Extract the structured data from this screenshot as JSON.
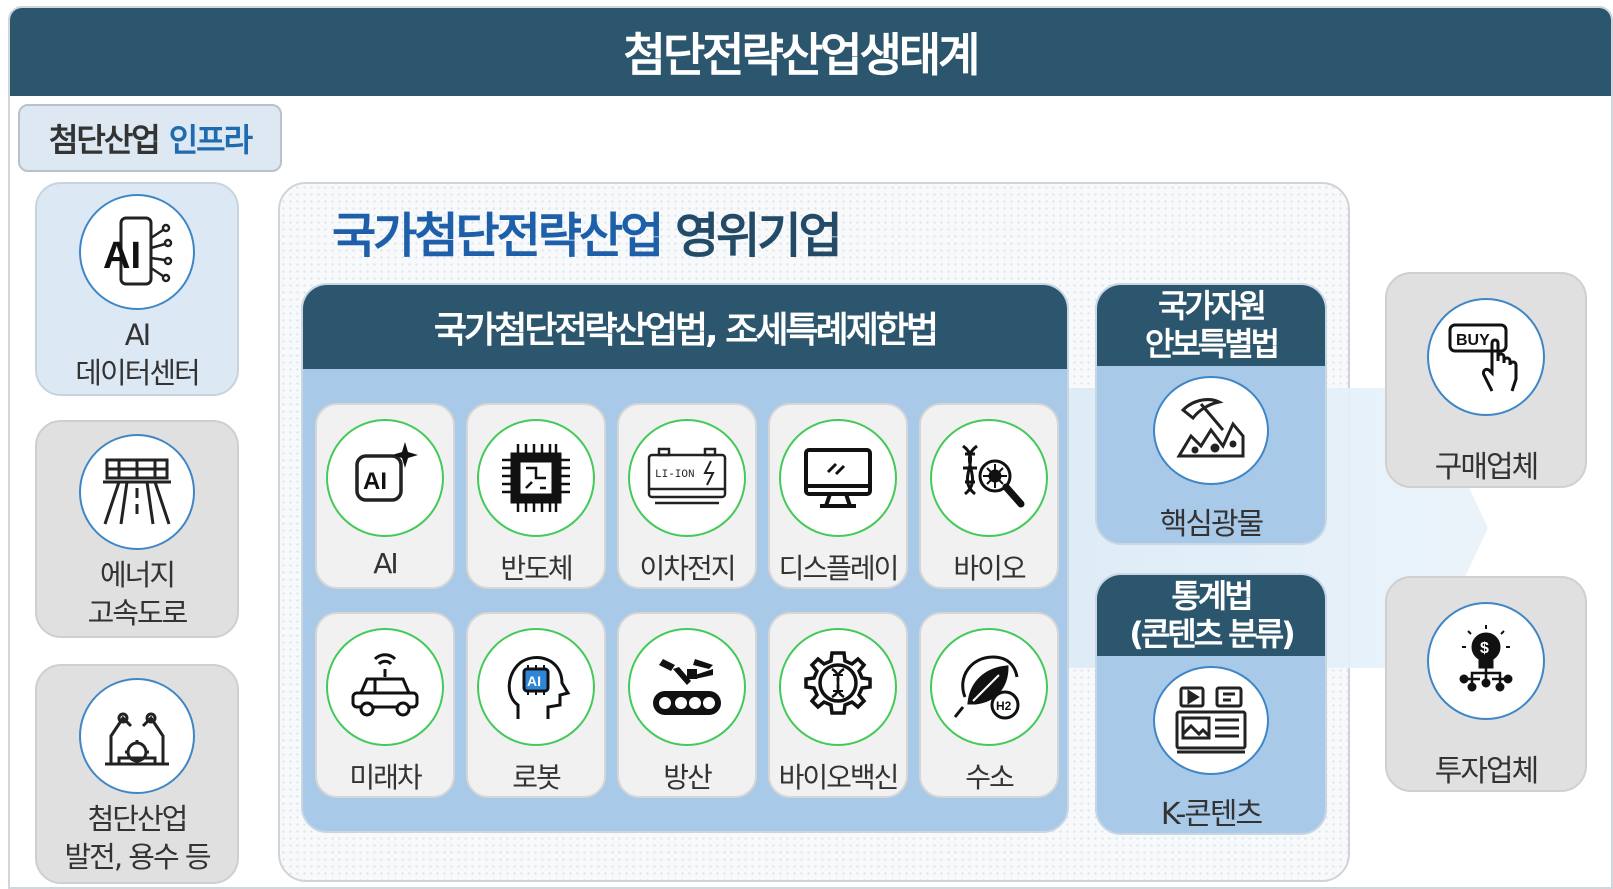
{
  "header": {
    "title": "첨단전략산업생태계"
  },
  "infra": {
    "badge_main": "첨단산업",
    "badge_highlight": "인프라",
    "items": [
      {
        "line1": "AI",
        "line2": "데이터센터",
        "icon": "ai-network-icon"
      },
      {
        "line1": "에너지",
        "line2": "고속도로",
        "icon": "highway-icon"
      },
      {
        "line1": "첨단산업",
        "line2": "발전, 용수 등",
        "icon": "robot-arm-factory-icon"
      }
    ]
  },
  "main": {
    "title_part1": "국가첨단전략산업",
    "title_part2": "영위기업",
    "law_title": "국가첨단전략산업법, 조세특례제한법",
    "industries": [
      {
        "label": "AI",
        "icon": "ai-sparkle-icon"
      },
      {
        "label": "반도체",
        "icon": "chip-icon"
      },
      {
        "label": "이차전지",
        "icon": "battery-icon"
      },
      {
        "label": "디스플레이",
        "icon": "monitor-icon"
      },
      {
        "label": "바이오",
        "icon": "dna-magnifier-icon"
      },
      {
        "label": "미래차",
        "icon": "autonomous-car-icon"
      },
      {
        "label": "로봇",
        "icon": "ai-head-icon"
      },
      {
        "label": "방산",
        "icon": "tank-robot-icon"
      },
      {
        "label": "바이오백신",
        "icon": "gear-dna-icon"
      },
      {
        "label": "수소",
        "icon": "h2-leaf-icon"
      }
    ],
    "battery_text": "LI-ION",
    "ai_chip_text": "AI",
    "h2_text": "H2"
  },
  "side_laws": [
    {
      "title_line1": "국가자원",
      "title_line2": "안보특별법",
      "label": "핵심광물",
      "icon": "pickaxe-mineral-icon"
    },
    {
      "title_line1": "통계법",
      "title_line2": "(콘텐츠 분류)",
      "label": "K-콘텐츠",
      "icon": "media-content-icon"
    }
  ],
  "buyers": [
    {
      "label": "구매업체",
      "icon": "buy-button-icon",
      "buy_text": "BUY"
    },
    {
      "label": "투자업체",
      "icon": "investment-bulb-icon"
    }
  ],
  "colors": {
    "navy": "#2b566e",
    "blue_text": "#1d5fa8",
    "green_ring": "#45c95a",
    "blue_ring": "#3f86c6"
  }
}
